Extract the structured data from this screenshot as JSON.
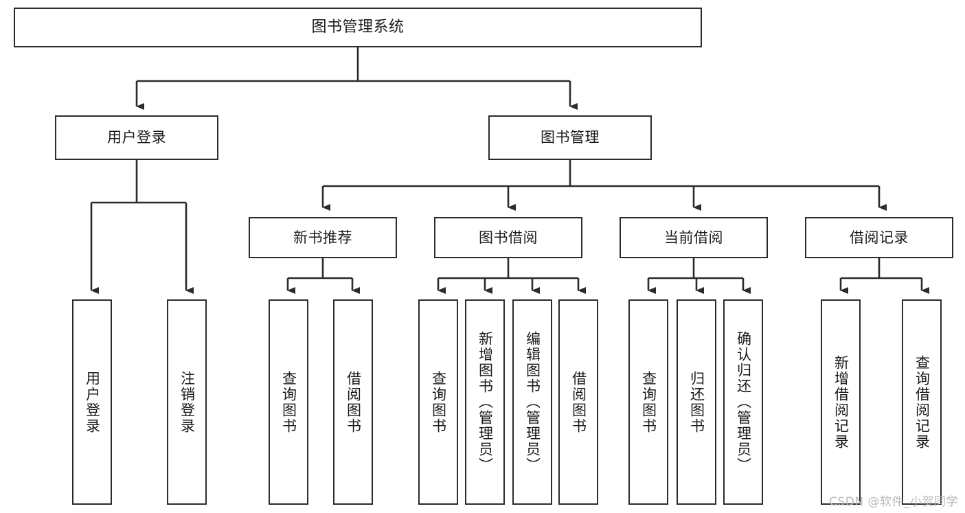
{
  "diagram": {
    "type": "tree",
    "title": "图书管理系统",
    "watermark": "CSDN @软件_小贺同学",
    "stroke_color": "#2b2b2b",
    "background_color": "#ffffff",
    "text_color": "#1a1a1a",
    "watermark_color": "#b9b9b9"
  },
  "nodes": {
    "root": {
      "label": "图书管理系统"
    },
    "level2": [
      {
        "id": "user-login",
        "label": "用户登录"
      },
      {
        "id": "book-manage",
        "label": "图书管理"
      }
    ],
    "level3": [
      {
        "id": "new-book-recommend",
        "label": "新书推荐"
      },
      {
        "id": "book-borrow",
        "label": "图书借阅"
      },
      {
        "id": "current-borrow",
        "label": "当前借阅"
      },
      {
        "id": "borrow-record",
        "label": "借阅记录"
      }
    ],
    "leaves": {
      "user_login": [
        {
          "id": "leaf-user-login",
          "label": "用户登录"
        },
        {
          "id": "leaf-logout",
          "label": "注销登录"
        }
      ],
      "new_book_recommend": [
        {
          "id": "leaf-query-book-1",
          "label": "查询图书"
        },
        {
          "id": "leaf-borrow-book-1",
          "label": "借阅图书"
        }
      ],
      "book_borrow": [
        {
          "id": "leaf-query-book-2",
          "label": "查询图书"
        },
        {
          "id": "leaf-add-book",
          "label": "新增图书（管理员）"
        },
        {
          "id": "leaf-edit-book",
          "label": "编辑图书（管理员）"
        },
        {
          "id": "leaf-borrow-book-2",
          "label": "借阅图书"
        }
      ],
      "current_borrow": [
        {
          "id": "leaf-query-book-3",
          "label": "查询图书"
        },
        {
          "id": "leaf-return-book",
          "label": "归还图书"
        },
        {
          "id": "leaf-confirm-return",
          "label": "确认归还（管理员）"
        }
      ],
      "borrow_record": [
        {
          "id": "leaf-add-record",
          "label": "新增借阅记录"
        },
        {
          "id": "leaf-query-record",
          "label": "查询借阅记录"
        }
      ]
    }
  }
}
